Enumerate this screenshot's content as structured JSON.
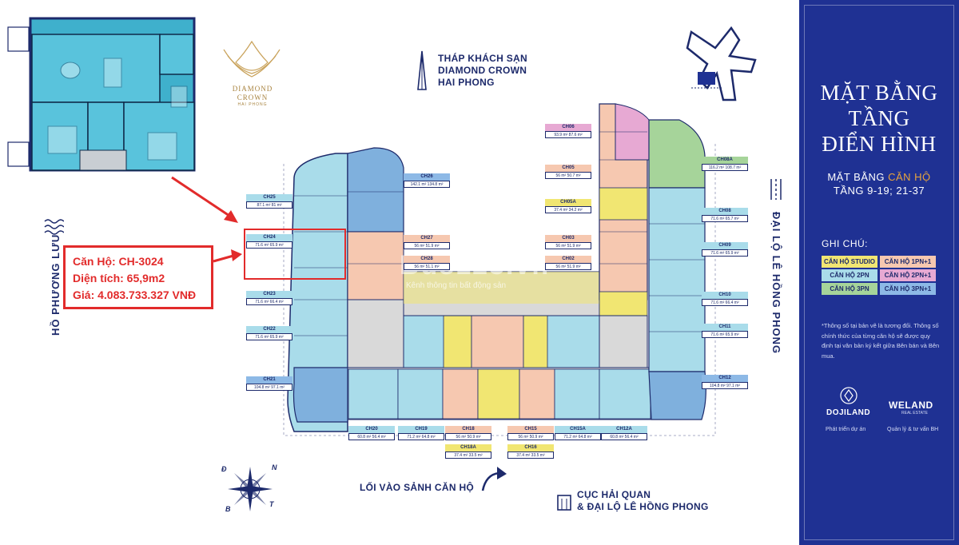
{
  "panel": {
    "title_line1": "MẶT BẰNG",
    "title_line2": "TẦNG",
    "title_line3": "ĐIỂN HÌNH",
    "subtitle_prefix": "MẶT BẰNG ",
    "subtitle_accent": "CĂN HỘ",
    "floors": "TẦNG 9-19; 21-37",
    "legend_title": "GHI CHÚ:",
    "legend": [
      {
        "label": "CĂN HỘ STUDIO",
        "color": "#f1e672"
      },
      {
        "label": "CĂN HỘ 1PN+1",
        "color": "#f6c8b0"
      },
      {
        "label": "CĂN HỘ 2PN",
        "color": "#a9dcea"
      },
      {
        "label": "CĂN HỘ 2PN+1",
        "color": "#e7a9d3"
      },
      {
        "label": "CĂN HỘ 3PN",
        "color": "#a6d49a"
      },
      {
        "label": "CĂN HỘ 3PN+1",
        "color": "#8db9e6"
      }
    ],
    "note": "*Thông số tại bản vẽ là tương đối. Thông số chính thức của từng căn hộ sẽ được quy định tại văn bản ký kết giữa Bên bán và Bên mua.",
    "developer_name": "DOJILAND",
    "developer_caption": "Phát triển dự án",
    "manager_name": "WELAND",
    "manager_sub": "REAL ESTATE",
    "manager_caption": "Quản lý & tư vấn BH"
  },
  "info": {
    "line1": "Căn Hộ: CH-3024",
    "line2": "Diện tích: 65,9m2",
    "line3": "Giá: 4.083.733.327 VNĐ"
  },
  "brand": {
    "name": "DIAMOND",
    "name2": "CROWN",
    "city": "HAI PHONG"
  },
  "labels": {
    "tower_line1": "THÁP KHÁCH SẠN",
    "tower_line2": "DIAMOND CROWN",
    "tower_line3": "HAI PHONG",
    "left_road": "HỒ PHƯƠNG LƯU",
    "right_road": "ĐẠI LỘ LÊ HỒNG PHONG",
    "entrance": "LỐI VÀO SẢNH CĂN HỘ",
    "customs_line1": "CỤC HẢI QUAN",
    "customs_line2": "& ĐẠI LỘ LÊ HỒNG PHONG",
    "compass_d": "Đ",
    "compass_n": "N",
    "compass_b": "B",
    "compass_t": "T",
    "watermark": "Bds123.vn",
    "watermark_sub": "Kênh thông tin bất động sản"
  },
  "units": [
    {
      "id": "CH25",
      "area": "87.1 m²",
      "area2": "81 m²",
      "kind": "c-2pn"
    },
    {
      "id": "CH24",
      "area": "71.6 m²",
      "area2": "65.9 m²",
      "kind": "c-2pn"
    },
    {
      "id": "CH23",
      "area": "71.6 m²",
      "area2": "66.4 m²",
      "kind": "c-2pn"
    },
    {
      "id": "CH22",
      "area": "71.6 m²",
      "area2": "65.9 m²",
      "kind": "c-2pn"
    },
    {
      "id": "CH21",
      "area": "104.8 m²",
      "area2": "97.1 m²",
      "kind": "c-3pn1"
    },
    {
      "id": "CH26",
      "area": "142.1 m²",
      "area2": "134.8 m²",
      "kind": "c-3pn1"
    },
    {
      "id": "CH27",
      "area": "56 m²",
      "area2": "51.9 m²",
      "kind": "c-1pn"
    },
    {
      "id": "CH28",
      "area": "56 m²",
      "area2": "51.1 m²",
      "kind": "c-1pn"
    },
    {
      "id": "CH06",
      "area": "93.9 m²",
      "area2": "87.6 m²",
      "kind": "c-2pn1"
    },
    {
      "id": "CH05",
      "area": "56 m²",
      "area2": "50.7 m²",
      "kind": "c-1pn"
    },
    {
      "id": "CH05A",
      "area": "37.4 m²",
      "area2": "34.2 m²",
      "kind": "c-studio"
    },
    {
      "id": "CH03",
      "area": "56 m²",
      "area2": "51.9 m²",
      "kind": "c-1pn"
    },
    {
      "id": "CH02",
      "area": "56 m²",
      "area2": "51.9 m²",
      "kind": "c-1pn"
    },
    {
      "id": "CH08A",
      "area": "116.2 m²",
      "area2": "108.7 m²",
      "kind": "c-3pn"
    },
    {
      "id": "CH08",
      "area": "71.6 m²",
      "area2": "65.7 m²",
      "kind": "c-2pn"
    },
    {
      "id": "CH09",
      "area": "71.6 m²",
      "area2": "65.9 m²",
      "kind": "c-2pn"
    },
    {
      "id": "CH10",
      "area": "71.6 m²",
      "area2": "66.4 m²",
      "kind": "c-2pn"
    },
    {
      "id": "CH11",
      "area": "71.6 m²",
      "area2": "65.9 m²",
      "kind": "c-2pn"
    },
    {
      "id": "CH12",
      "area": "104.8 m²",
      "area2": "97.1 m²",
      "kind": "c-3pn1"
    },
    {
      "id": "CH20",
      "area": "60.8 m²",
      "area2": "56.4 m²",
      "kind": "c-2pn"
    },
    {
      "id": "CH19",
      "area": "71.2 m²",
      "area2": "64.8 m²",
      "kind": "c-2pn"
    },
    {
      "id": "CH18",
      "area": "56 m²",
      "area2": "50.9 m²",
      "kind": "c-1pn"
    },
    {
      "id": "CH18A",
      "area": "37.4 m²",
      "area2": "33.5 m²",
      "kind": "c-studio"
    },
    {
      "id": "CH15",
      "area": "56 m²",
      "area2": "50.9 m²",
      "kind": "c-1pn"
    },
    {
      "id": "CH16",
      "area": "37.4 m²",
      "area2": "33.5 m²",
      "kind": "c-studio"
    },
    {
      "id": "CH15A",
      "area": "71.2 m²",
      "area2": "64.8 m²",
      "kind": "c-2pn"
    },
    {
      "id": "CH12A",
      "area": "60.8 m²",
      "area2": "56.4 m²",
      "kind": "c-2pn"
    }
  ],
  "colors": {
    "panel_bg": "#1f3193",
    "accent": "#e8a43c",
    "highlight_red": "#e22b2b",
    "navy": "#1d2a6b",
    "corridor": "#d9d9d9",
    "blue_unit": "#7fb0dd",
    "cyan_unit": "#a9dcea"
  }
}
